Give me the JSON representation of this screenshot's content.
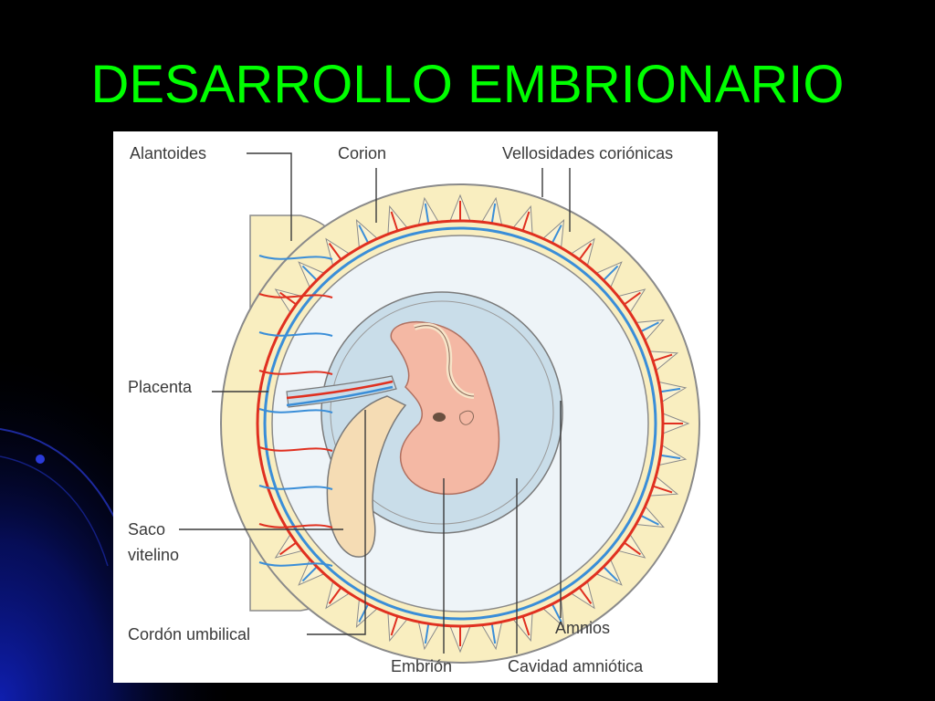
{
  "slide": {
    "title": "DESARROLLO EMBRIONARIO",
    "title_color": "#00ff00",
    "background_color": "#000000",
    "accent_color": "#0a1aa8"
  },
  "diagram": {
    "labels": {
      "alantoides": "Alantoides",
      "corion": "Corion",
      "vellosidades": "Vellosidades coriónicas",
      "placenta": "Placenta",
      "saco_line1": "Saco",
      "saco_line2": "vitelino",
      "cordon": "Cordón umbilical",
      "amnios": "Amnios",
      "embrion": "Embrión",
      "cavidad": "Cavidad amniótica"
    },
    "colors": {
      "chorion_fill": "#f9eec0",
      "chorion_stroke": "#8a8a8a",
      "exocoelom": "#e9f2f7",
      "amniotic_cavity": "#c9dde9",
      "embryo": "#f4b8a4",
      "yolk_sac": "#f5dcb4",
      "artery": "#e03020",
      "vein": "#3a8ed8"
    }
  }
}
